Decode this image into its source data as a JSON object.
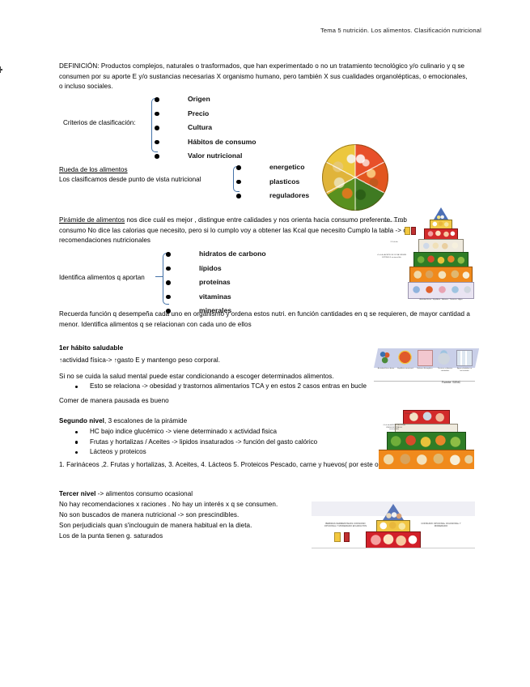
{
  "header": {
    "title": "Tema 5 nutrición. Los alimentos. Clasificación nutricional"
  },
  "definition": {
    "line1": "DEFINICIÓN: Productos complejos, naturales o trasformados, que han experimentado o no un tratamiento tecnológico y/o",
    "line2": "culinario y q se consumen por su aporte E y/o sustancias necesarias X organismo humano, pero también X sus cualidades",
    "line3": "organolépticas, o emocionales, o incluso sociales."
  },
  "criterios": {
    "lead": "Criterios de clasificación:",
    "items": [
      "Origen",
      "Precio",
      "Cultura",
      "Hábitos de consumo",
      "Valor nutricional"
    ]
  },
  "rueda": {
    "title": "Rueda de los alimentos",
    "lead": "Los clasificamos desde  punto de vista nutricional",
    "items": [
      "energetico",
      "plasticos",
      "reguladores"
    ]
  },
  "piramide": {
    "line1_underlined": "Pirámide de alimentos",
    "line1_rest": " nos dice cuál es mejor , distingue entre calidades y nos orienta hacia consumo preferente.",
    "line2": "Tmb nos recomienda consumo No dice las calorias que necesito, pero si lo cumplo voy a obtener las Kcal que necesito",
    "line3": "Cumplo la tabla -> cumplo con todas las recomendaciones nutricionales"
  },
  "aportan": {
    "lead": "Identifica  alimentos q aportan",
    "items": [
      "hidratos de carbono",
      "lípidos",
      "proteínas",
      "vitaminas",
      "minerales"
    ]
  },
  "recuerda": {
    "line1": "Recuerda función q desempeña cada uno en organismo y ordena estos nutri. en función cantidades en q se requieren, de",
    "line2": "mayor cantidad a menor. Identifica  alimentos q se relacionan con cada uno de ellos"
  },
  "habito1": {
    "title": "1er hábito saludable",
    "line1": "↑actividad física-> ↑gasto E y mantengo peso corporal.",
    "line2": "Si no se cuida la salud mental puede estar condicionando a escoger determinados alimentos.",
    "bullet1": "Esto se relaciona -> obesidad y  trastornos alimentarios TCA y en estos 2 casos entras en bucle",
    "line3": "Comer de manera pausada es bueno"
  },
  "segundo": {
    "title": "Segundo nivel",
    "title_rest": ", 3 escalones de la pirámide",
    "bullets": [
      "HC  bajo indice glucémico -> viene determinado x actividad fisica",
      "Frutas y hortalizas / Aceites -> lipidos insaturados -> función del gasto calórico",
      "Lácteos y proteicos"
    ],
    "numbered": "1. Farináceos ,2. Frutas y hortalizas, 3. Aceites, 4. Lácteos 5. Proteicos Pescado, carne y huevos( por este orden de prioridad)"
  },
  "tercero": {
    "title": "Tercer nivel",
    "title_rest": " -> alimentos consumo ocasional",
    "line2": "No hay recomendaciones x raciones . No hay un interés x q  se consumen.",
    "line3": "No son buscados de manera nutricional -> son prescindibles.",
    "line4": "Son perjudicials quan s'inclouguin de manera habitual en la dieta.",
    "line5": "Los de la punta tienen g. saturados"
  },
  "figures": {
    "wheel": {
      "name": "rueda-de-los-alimentos",
      "segments": [
        {
          "label": "energeticos-cereales",
          "color": "#e9b52c"
        },
        {
          "label": "lacteos",
          "color": "#e8502a"
        },
        {
          "label": "proteicos-carnes",
          "color": "#e2561f"
        },
        {
          "label": "hortalizas",
          "color": "#3f7a22"
        },
        {
          "label": "frutas",
          "color": "#4c8a1e"
        },
        {
          "label": "grasas",
          "color": "#f0c221"
        }
      ]
    },
    "pyramid_main": {
      "name": "piramide-alimentacion-saludable",
      "levels": [
        {
          "label": "punta-grasas-dulces",
          "color": "#4c6fb5"
        },
        {
          "label": "carnes-embutidos",
          "color": "#d22a2a"
        },
        {
          "label": "lacteos-pescados",
          "color": "#e8e2d5"
        },
        {
          "label": "frutas-hortalizas-aceite",
          "color": "#2f7d26"
        },
        {
          "label": "farinaceos",
          "color": "#f08a1c"
        },
        {
          "label": "actividad-agua-base",
          "color": "#e9e4f2"
        }
      ]
    },
    "habits_band": {
      "name": "habitos-saludables-banda",
      "icons": [
        {
          "label": "Actividad física",
          "sub": "diaria"
        },
        {
          "label": "Equilibrio",
          "sub": "emocional"
        },
        {
          "label": "Balance",
          "sub": "Energético"
        },
        {
          "label": "Técnicas",
          "sub": "culinarias saludables"
        },
        {
          "label": "Agua y bebidas",
          "sub": "no azucaradas"
        }
      ],
      "source": "Fuente: SENC"
    },
    "pyramid_mid": {
      "name": "piramide-niveles-medios",
      "levels": [
        {
          "label": "lacteos-pescado-carne",
          "color": "#d22a2a"
        },
        {
          "label": "nivel-blanco",
          "color": "#efeade"
        },
        {
          "label": "frutas-hortalizas-aceite",
          "color": "#2f7d26"
        },
        {
          "label": "farinaceos-cereales",
          "color": "#f08a1c"
        }
      ]
    },
    "pyramid_top": {
      "name": "piramide-consumo-ocasional",
      "left_caption": "BEBIDAS FERMENTADAS CONSUMO OPCIONAL Y MODERADO EN ADULTOS",
      "right_caption": "CONSUMO OPCIONAL OCASIONAL Y MODERADO",
      "levels": [
        {
          "label": "apex-azul",
          "color": "#5875b8"
        },
        {
          "label": "dulces-amarillo",
          "color": "#f1c644"
        },
        {
          "label": "carnes-rojo",
          "color": "#d2202a"
        }
      ]
    }
  }
}
